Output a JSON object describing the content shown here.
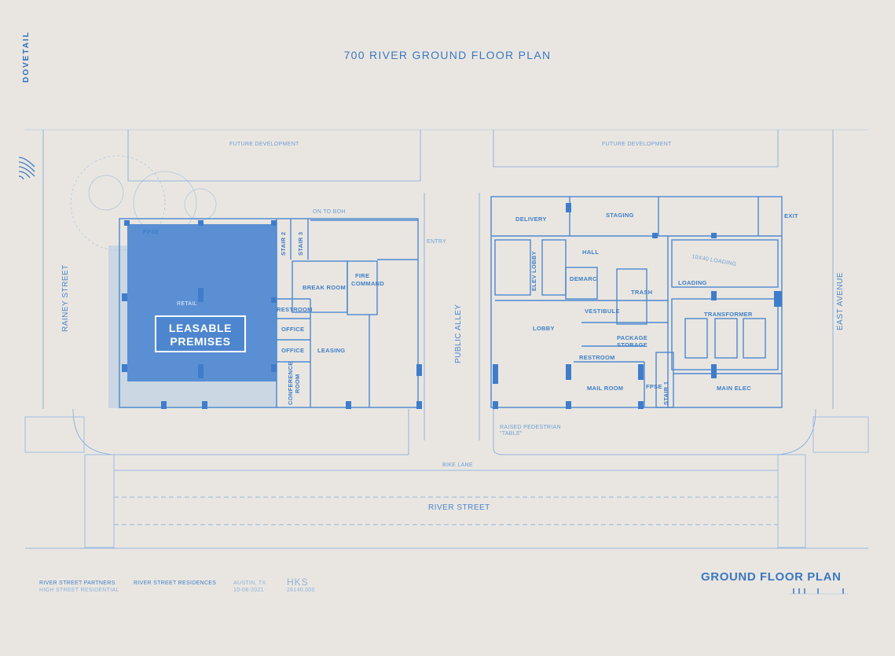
{
  "brand": "DOVETAIL",
  "title": "700 RIVER GROUND FLOOR PLAN",
  "highlight": {
    "line1": "LEASABLE",
    "line2": "PREMISES"
  },
  "streets": {
    "rainey": "RAINEY STREET",
    "east": "EAST AVENUE",
    "river": "RIVER STREET",
    "bike": "BIKE LANE",
    "alley": "PUBLIC ALLEY"
  },
  "notes": {
    "future_west": "FUTURE DEVELOPMENT",
    "future_east": "FUTURE DEVELOPMENT",
    "entry": "ENTRY",
    "on_to_boh": "ON TO BOH",
    "raised1": "RAISED PEDESTRIAN",
    "raised2": "\"TABLE\""
  },
  "rooms": {
    "fpse_w": "FPSE",
    "retail": "RETAIL",
    "stair2": "STAIR 2",
    "stair3": "STAIR 3",
    "break_room": "BREAK ROOM",
    "fire1": "FIRE",
    "fire2": "COMMAND",
    "restroom_w": "RESTROOM",
    "office1": "OFFICE",
    "office2": "OFFICE",
    "leasing": "LEASING",
    "conf1": "CONFERENCE",
    "conf2": "ROOM",
    "delivery": "DELIVERY",
    "staging": "STAGING",
    "exit": "EXIT",
    "hall": "HALL",
    "elev_lobby": "ELEV LOBBY",
    "demarc": "DEMARC",
    "trash": "TRASH",
    "loading_bay": "10X40 LOADING",
    "loading": "LOADING",
    "transformer": "TRANSFORMER",
    "lobby": "LOBBY",
    "vestibule": "VESTIBULE",
    "pkg1": "PACKAGE",
    "pkg2": "STORAGE",
    "restroom_e": "RESTROOM",
    "mail_room": "MAIL ROOM",
    "fpse_e": "FPSE",
    "stair1": "STAIR 1",
    "main_elec": "MAIN ELEC"
  },
  "footer": {
    "partners": "RIVER STREET PARTNERS",
    "partners_sub": "HIGH STREET RESIDENTIAL",
    "project": "RIVER STREET RESIDENCES",
    "city": "AUSTIN, TX",
    "date": "10-08-2021",
    "firm": "HKS",
    "job": "26140.000",
    "plan": "GROUND FLOOR PLAN"
  },
  "colors": {
    "background": "#e9e6e1",
    "line": "#5b93d6",
    "highlight": "#5a8fd3",
    "shade": "#b7cde3"
  }
}
